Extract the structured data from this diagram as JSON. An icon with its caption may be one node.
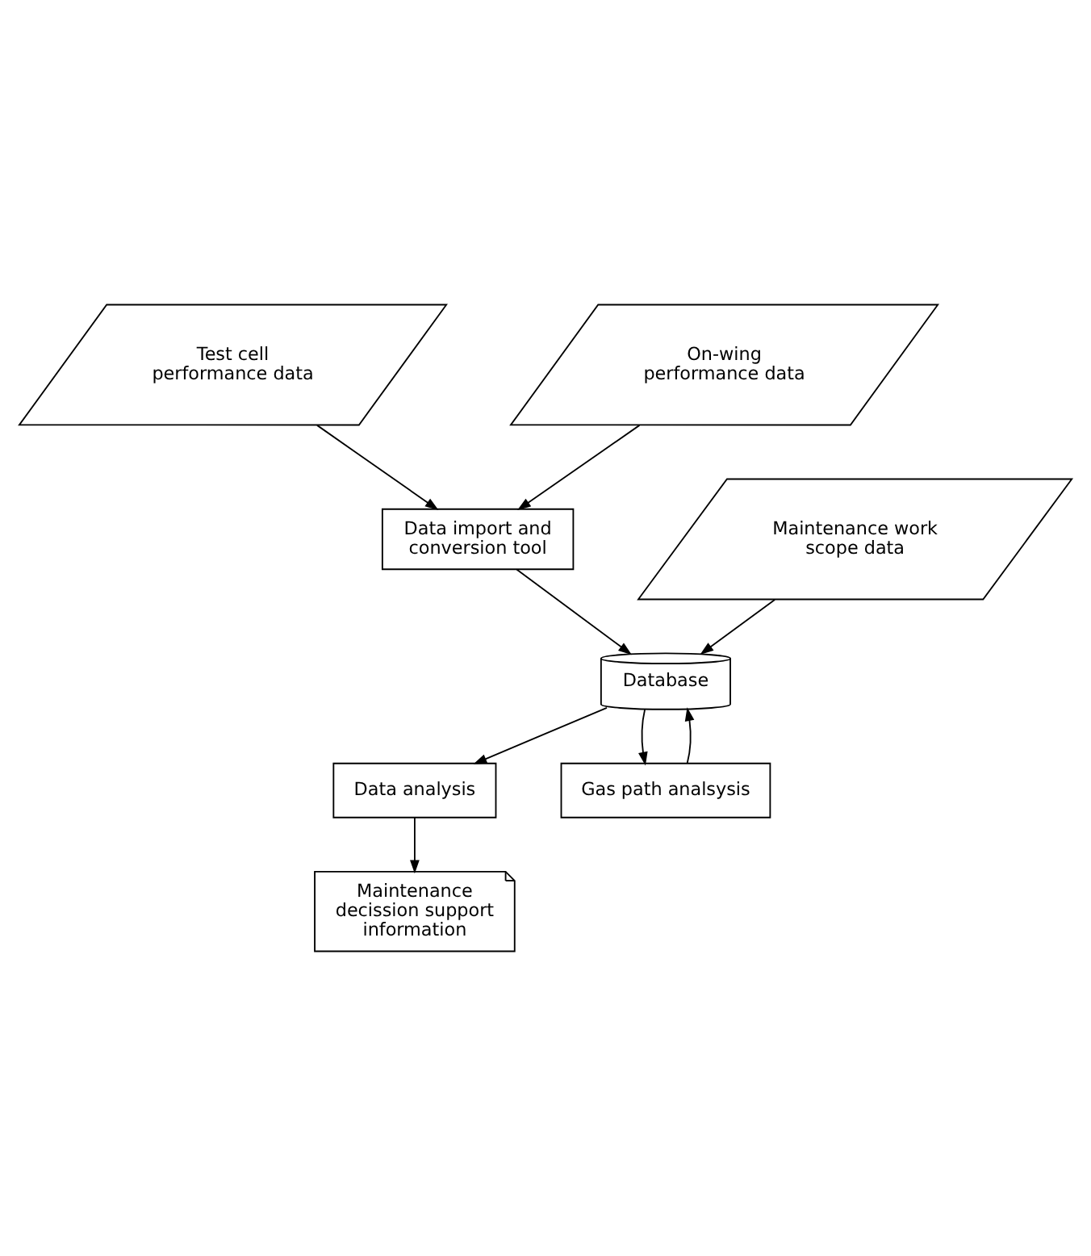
{
  "diagram": {
    "nodes": [
      {
        "text": [
          "Test cell performance data"
        ]
      },
      {
        "text": [
          "On-wing performance data"
        ]
      },
      {
        "text": [
          "Data import and conversion tool"
        ]
      },
      {
        "text": [
          "Maintenance work scope data"
        ]
      },
      {
        "text": [
          "Database"
        ]
      },
      {
        "text": [
          "Data analysis"
        ]
      },
      {
        "text": [
          "Gas path analsysis"
        ]
      },
      {
        "text": [
          "Maintenance decission support information"
        ]
      }
    ],
    "edges": [
      {
        "from": 0,
        "to": 2,
        "arrow": "to"
      },
      {
        "from": 1,
        "to": 2,
        "arrow": "to"
      },
      {
        "from": 2,
        "to": 4,
        "arrow": "to"
      },
      {
        "from": 3,
        "to": 4,
        "arrow": "to"
      },
      {
        "from": 4,
        "to": 5,
        "arrow": "to"
      },
      {
        "from": 4,
        "to": 6,
        "arrow": "to"
      },
      {
        "from": 6,
        "to": 4,
        "arrow": "to"
      },
      {
        "from": 5,
        "to": 7,
        "arrow": "to"
      }
    ]
  }
}
